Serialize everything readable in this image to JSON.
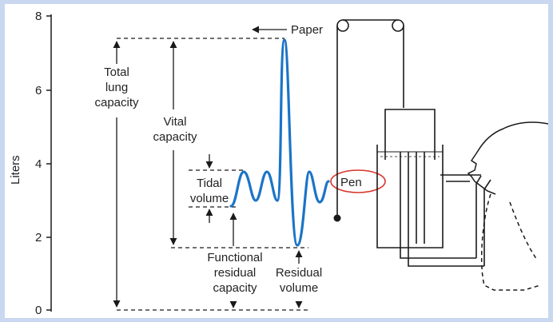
{
  "axis": {
    "ylabel": "Liters",
    "ticks": [
      "0",
      "2",
      "4",
      "6",
      "8"
    ]
  },
  "labels": {
    "paper": "Paper",
    "pen": "Pen",
    "total_lung_capacity": [
      "Total",
      "lung",
      "capacity"
    ],
    "vital_capacity": [
      "Vital",
      "capacity"
    ],
    "tidal_volume": [
      "Tidal",
      "volume"
    ],
    "functional_residual_capacity": [
      "Functional",
      "residual",
      "capacity"
    ],
    "residual_volume": [
      "Residual",
      "volume"
    ]
  },
  "colors": {
    "trace": "#1b74c7",
    "highlight_circle": "#d9342b",
    "frame": "#c9d8f0",
    "ink": "#1a1a1a"
  }
}
